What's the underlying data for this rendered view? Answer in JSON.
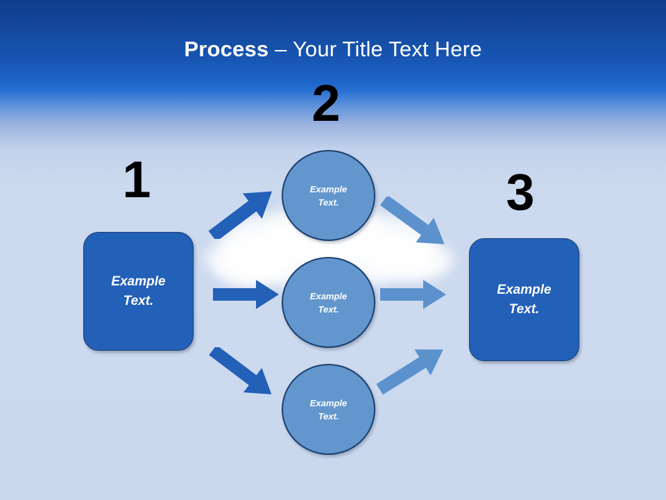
{
  "slide": {
    "title": {
      "strong": "Process",
      "rest": " – Your Title Text Here"
    },
    "background": {
      "sky_top": "#0f3d8c",
      "sky_band": "#2a72d4",
      "sky_bottom": "#cbd9ee",
      "cloud": "#ffffff"
    }
  },
  "steps": [
    {
      "number": "1",
      "label_line1": "Example",
      "label_line2": "Text."
    },
    {
      "number": "2",
      "label_line1": "Example",
      "label_line2": "Text."
    },
    {
      "number": "3",
      "label_line1": "Example",
      "label_line2": "Text."
    }
  ],
  "nodes": {
    "left_box": {
      "line1": "Example",
      "line2": "Text.",
      "fill": "#2360b8",
      "border": "#1b3f6e",
      "text_color": "#ffffff"
    },
    "right_box": {
      "line1": "Example",
      "line2": "Text.",
      "fill": "#2360b8",
      "border": "#1b3f6e",
      "text_color": "#ffffff"
    },
    "circle_top": {
      "line1": "Example",
      "line2": "Text.",
      "fill": "#6296cd",
      "border": "#1b3f6e",
      "text_color": "#ffffff"
    },
    "circle_middle": {
      "line1": "Example",
      "line2": "Text.",
      "fill": "#6296cd",
      "border": "#1b3f6e",
      "text_color": "#ffffff"
    },
    "circle_bottom": {
      "line1": "Example",
      "line2": "Text.",
      "fill": "#6296cd",
      "border": "#1b3f6e",
      "text_color": "#ffffff"
    }
  },
  "arrows": {
    "incoming_color": "#2360b8",
    "outgoing_color": "#5b92cd",
    "list": [
      {
        "name": "arrow-left-to-top",
        "direction": "up-right",
        "color": "#2360b8"
      },
      {
        "name": "arrow-left-to-middle",
        "direction": "right",
        "color": "#2360b8"
      },
      {
        "name": "arrow-left-to-bottom",
        "direction": "down-right",
        "color": "#2360b8"
      },
      {
        "name": "arrow-top-to-right",
        "direction": "down-right",
        "color": "#5b92cd"
      },
      {
        "name": "arrow-middle-to-right",
        "direction": "right",
        "color": "#5b92cd"
      },
      {
        "name": "arrow-bottom-to-right",
        "direction": "up-right",
        "color": "#5b92cd"
      }
    ]
  }
}
